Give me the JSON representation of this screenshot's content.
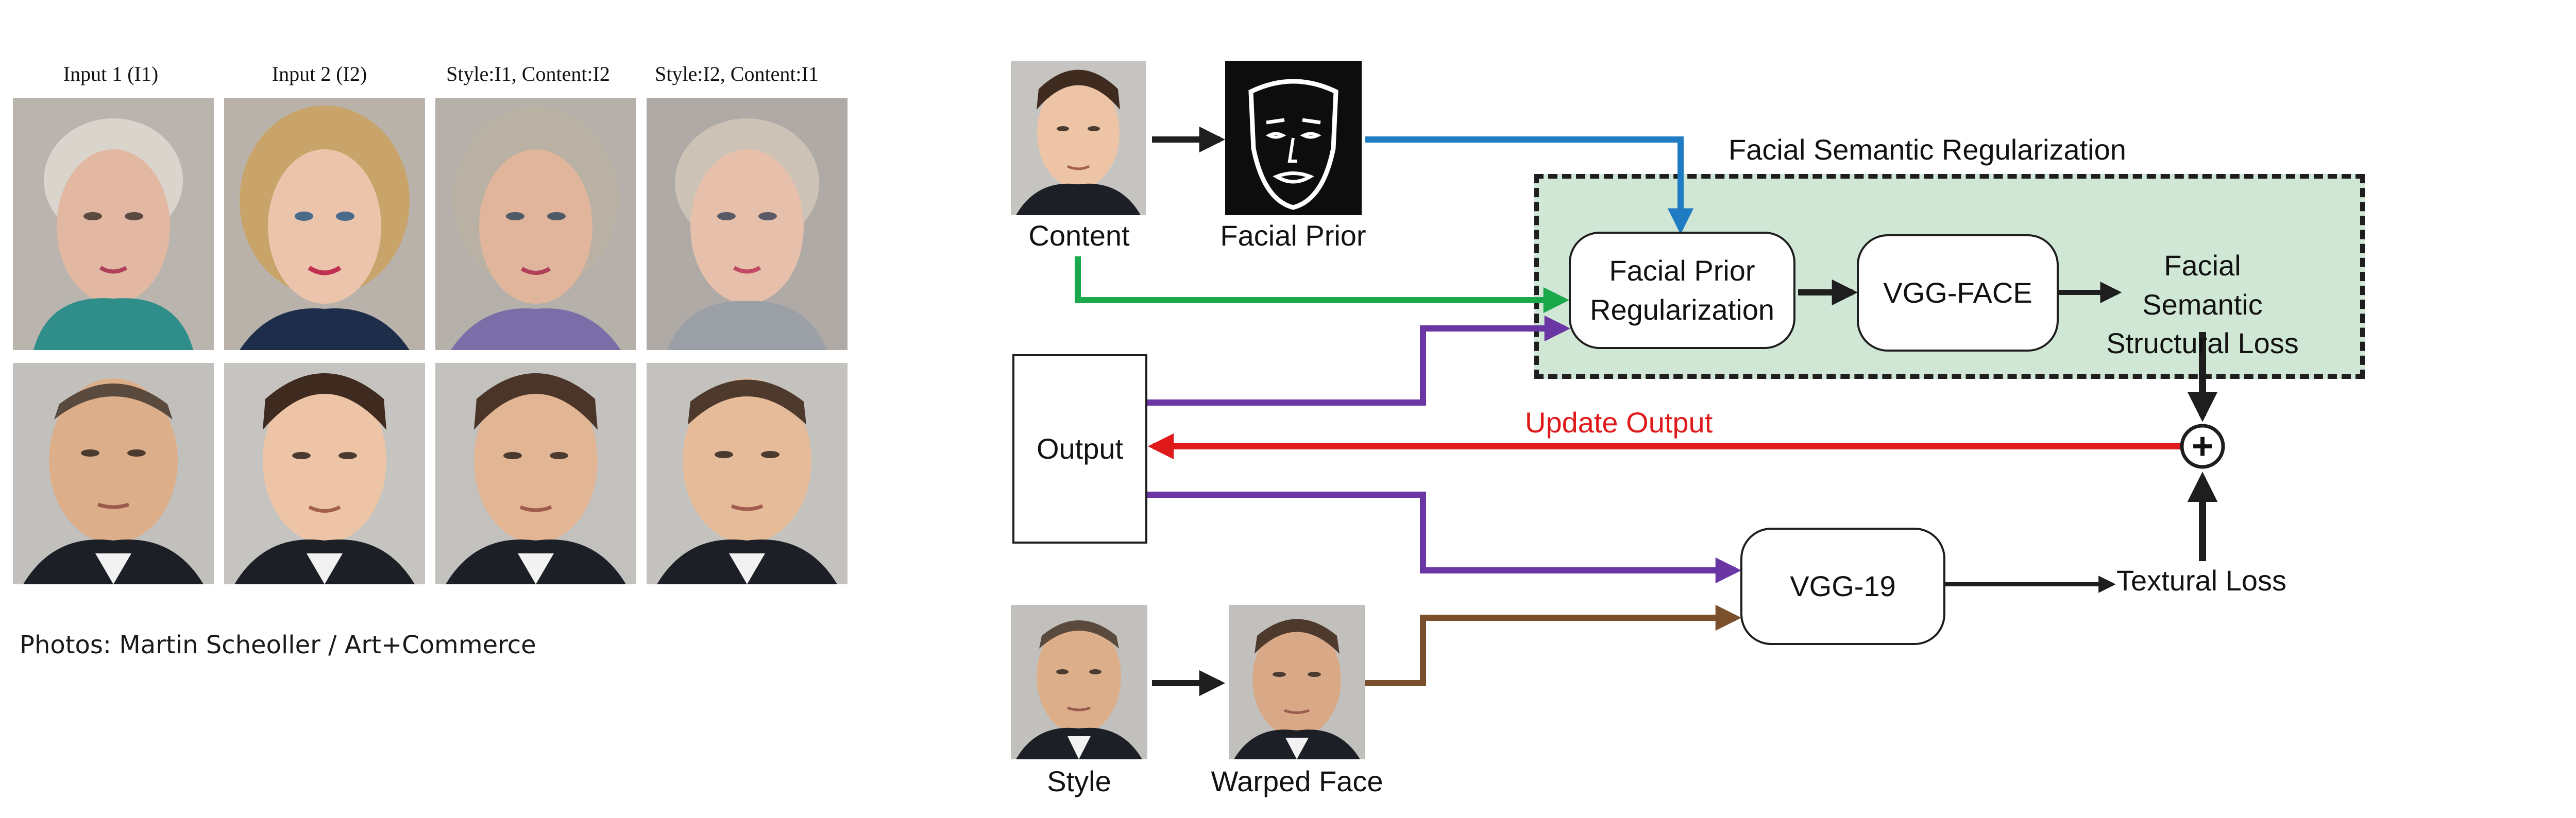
{
  "photo_grid": {
    "column_labels": [
      "Input 1 (I1)",
      "Input 2 (I2)",
      "Style:I1, Content:I2",
      "Style:I2, Content:I1"
    ],
    "rows": 2
  },
  "credit": "Photos: Martin Scheoller / Art+Commerce",
  "diagram": {
    "region_title": "Facial Semantic Regularization",
    "inputs": {
      "content": "Content",
      "facial_prior": "Facial Prior",
      "style": "Style",
      "warped_face": "Warped Face"
    },
    "nodes": {
      "output": "Output",
      "facial_prior_regularization": "Facial Prior\nRegularization",
      "vgg_face": "VGG-FACE",
      "vgg19": "VGG-19"
    },
    "labels": {
      "facial_semantic_structural_loss": "Facial Semantic\nStructural Loss",
      "textural_loss": "Textural Loss",
      "update_output": "Update Output",
      "sum_symbol": "+"
    },
    "colors": {
      "blue": "#1f7bc2",
      "green": "#1aa84a",
      "purple": "#6a36a4",
      "red": "#e01a1a",
      "brown": "#7a4f2c",
      "black": "#1e1e1e",
      "region_fill": "#cfe7d4"
    }
  }
}
